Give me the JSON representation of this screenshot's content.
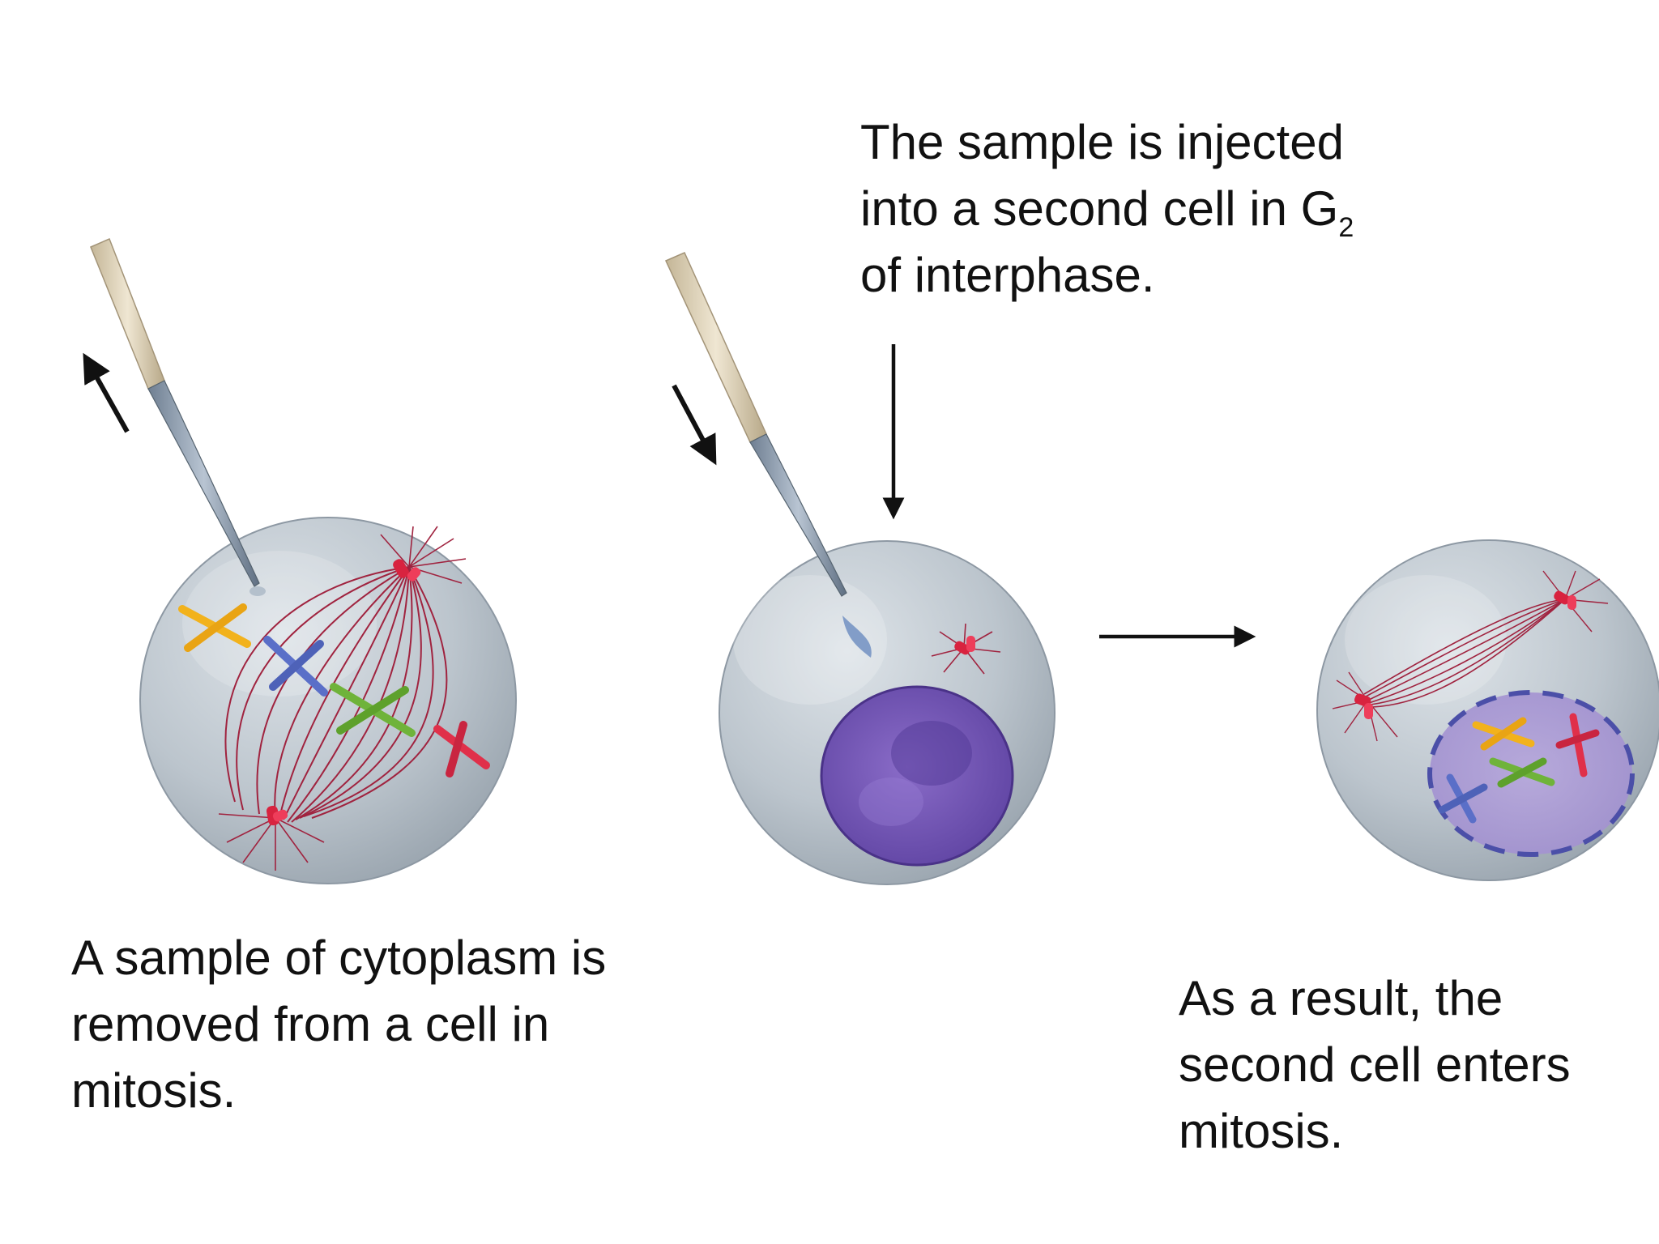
{
  "captions": {
    "injected": {
      "line1": "The sample is injected",
      "line2_prefix": "into a second cell in G",
      "line2_subscript": "2",
      "line3": "of interphase."
    },
    "removed": {
      "line1": "A sample of cytoplasm is",
      "line2": "removed from a cell in",
      "line3": "mitosis."
    },
    "result": {
      "line1": "As a result, the",
      "line2": "second cell enters",
      "line3": "mitosis."
    }
  },
  "colors": {
    "cell_fill": "#b9c2ca",
    "spindle": "#a0233f",
    "nucleus": "#6a4fb0",
    "arrow": "#111111",
    "pipette_glass": "#d8cbb3",
    "chromosome_yellow": "#f2b21c",
    "chromosome_blue": "#5a6fc8",
    "chromosome_green": "#6fb33a",
    "chromosome_red": "#e0304a"
  },
  "icons": [
    "micropipette-icon",
    "centrosome-icon",
    "chromosome-icon",
    "nuclear-envelope-icon"
  ]
}
